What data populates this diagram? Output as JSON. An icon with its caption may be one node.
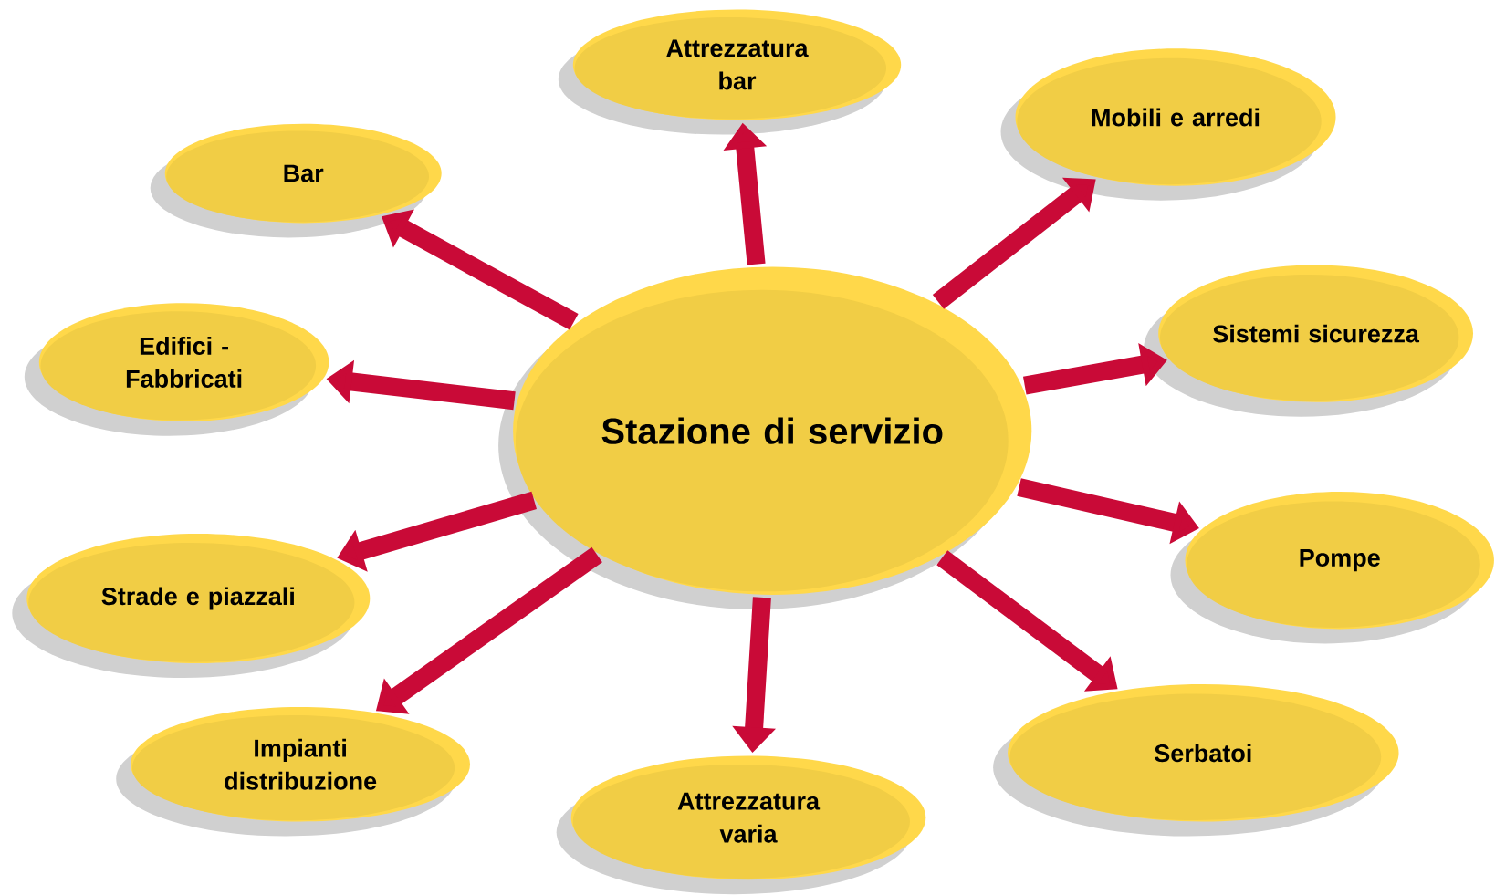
{
  "diagram": {
    "nodes": [
      {
        "text": [
          "Stazione di servizio"
        ]
      },
      {
        "text": [
          "Attrezzatura bar"
        ]
      },
      {
        "text": [
          "Mobili e arredi"
        ]
      },
      {
        "text": [
          "Sistemi sicurezza"
        ]
      },
      {
        "text": [
          "Pompe"
        ]
      },
      {
        "text": [
          "Serbatoi"
        ]
      },
      {
        "text": [
          "Attrezzatura varia"
        ]
      },
      {
        "text": [
          "Impianti distribuzione"
        ]
      },
      {
        "text": [
          "Strade e piazzali"
        ]
      },
      {
        "text": [
          "Edifici - Fabbricati"
        ]
      },
      {
        "text": [
          "Bar"
        ]
      }
    ],
    "edges": [
      {
        "from": 0,
        "to": 1,
        "arrow": "to"
      },
      {
        "from": 0,
        "to": 2,
        "arrow": "to"
      },
      {
        "from": 0,
        "to": 3,
        "arrow": "to"
      },
      {
        "from": 0,
        "to": 4,
        "arrow": "to"
      },
      {
        "from": 0,
        "to": 5,
        "arrow": "to"
      },
      {
        "from": 0,
        "to": 6,
        "arrow": "to"
      },
      {
        "from": 0,
        "to": 7,
        "arrow": "to"
      },
      {
        "from": 0,
        "to": 8,
        "arrow": "to"
      },
      {
        "from": 0,
        "to": 9,
        "arrow": "to"
      },
      {
        "from": 0,
        "to": 10,
        "arrow": "to"
      }
    ]
  }
}
